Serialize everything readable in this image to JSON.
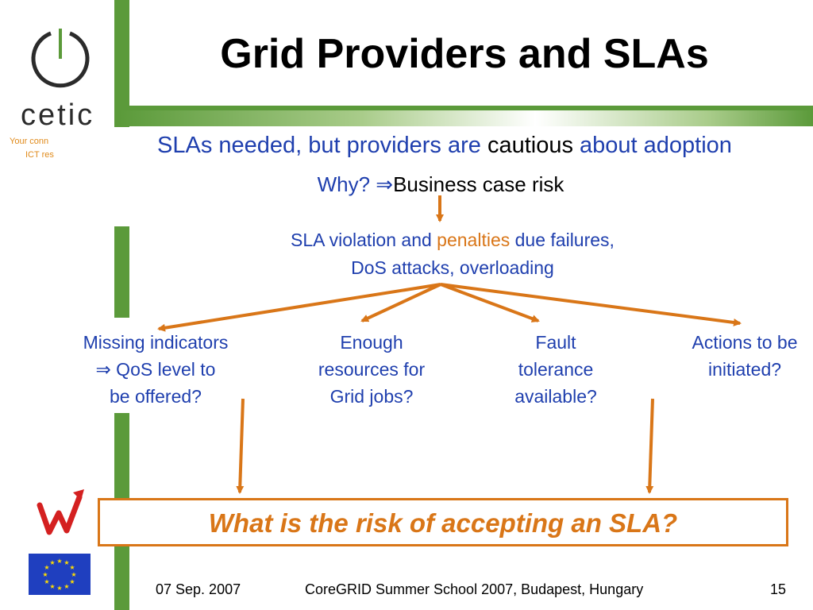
{
  "slide": {
    "title": "Grid Providers and SLAs",
    "logo": {
      "name": "cetic",
      "tagline_1": "Your conn",
      "tagline_2": "ICT res"
    },
    "line1": {
      "part1": "SLAs needed, but providers are ",
      "part2": "cautious",
      "part3": " about adoption"
    },
    "line2": {
      "part1": "Why? ",
      "arrow": "⇒",
      "part2": "Business case risk"
    },
    "violation": {
      "part1": "SLA violation and ",
      "penalties": "penalties",
      "part2": " due failures,",
      "line2": "DoS attacks, overloading"
    },
    "questions": {
      "q1": {
        "line1": "Missing indicators",
        "line2": "⇒ QoS level to",
        "line3": "be offered?"
      },
      "q2": {
        "line1": "Enough",
        "line2": "resources for",
        "line3": "Grid jobs?"
      },
      "q3": {
        "line1": "Fault",
        "line2": "tolerance",
        "line3": "available?"
      },
      "q4": {
        "line1": "Actions to be",
        "line2": "initiated?"
      }
    },
    "risk_question": "What is the risk of accepting an SLA?",
    "footer": {
      "date": "07 Sep. 2007",
      "event": "CoreGRID Summer School 2007, Budapest, Hungary",
      "page": "15"
    }
  },
  "colors": {
    "green": "#5b9a3a",
    "blue": "#1f3fae",
    "orange": "#d97618",
    "eu_blue": "#1f3fbf",
    "eu_star": "#ffdd00"
  },
  "icons": {
    "logo_mark": "power-circle-icon",
    "w_logo": "w-arrow-logo-icon",
    "eu_flag": "eu-flag-icon"
  }
}
